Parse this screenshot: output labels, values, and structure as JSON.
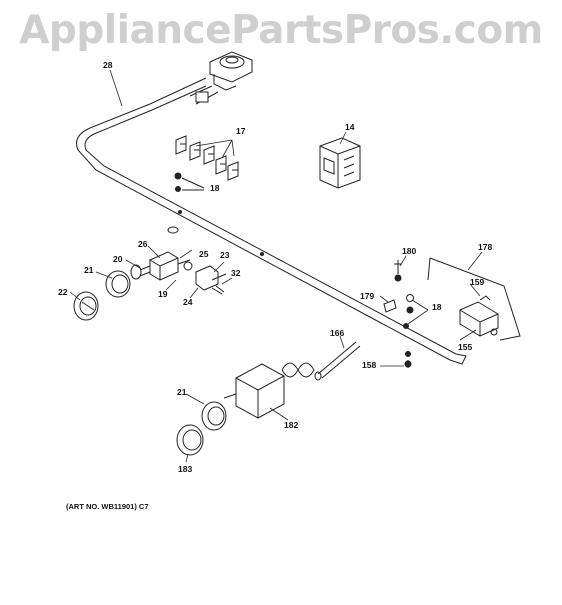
{
  "watermark": "AppliancePartsPros.com",
  "art_number": "(ART NO. WB11901) C7",
  "callouts": [
    "28",
    "17",
    "14",
    "18",
    "26",
    "25",
    "20",
    "23",
    "21",
    "32",
    "22",
    "19",
    "24",
    "180",
    "178",
    "179",
    "159",
    "166",
    "18",
    "155",
    "158",
    "21",
    "182",
    "183"
  ]
}
